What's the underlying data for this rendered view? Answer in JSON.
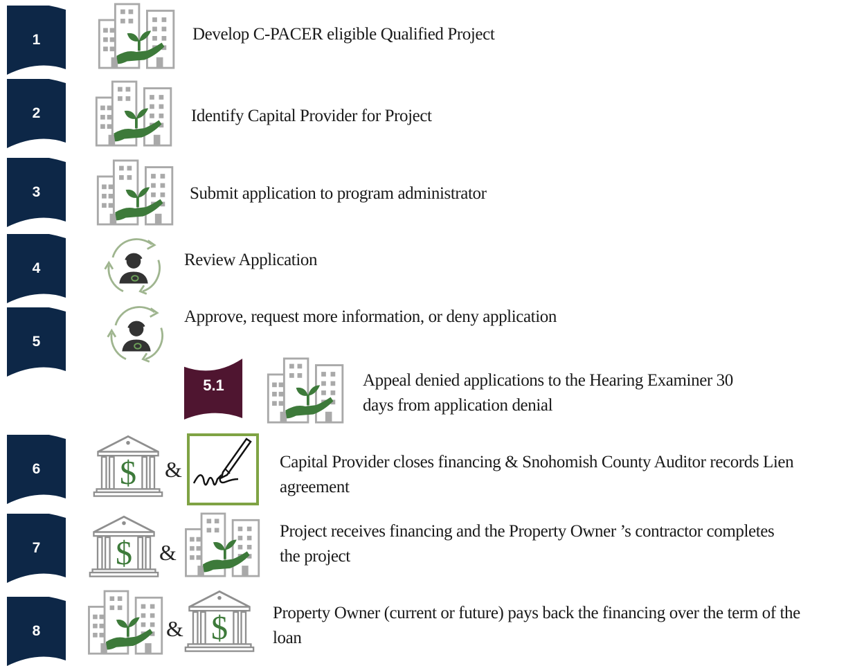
{
  "colors": {
    "navy": "#0d2747",
    "maroon": "#4f1530",
    "green": "#3d7a3a",
    "gray": "#a9a9a9",
    "frame_green": "#7fa344"
  },
  "steps": [
    {
      "num": "1",
      "text": "Develop  C-PACER eligible Qualified Project",
      "icons": [
        "building-plant-icon"
      ]
    },
    {
      "num": "2",
      "text": "Identify Capital Provider for Project",
      "icons": [
        "building-plant-icon"
      ]
    },
    {
      "num": "3",
      "text": "Submit application to program administrator",
      "icons": [
        "building-plant-icon"
      ]
    },
    {
      "num": "4",
      "text": "Review Application",
      "icons": [
        "reviewer-cycle-icon"
      ]
    },
    {
      "num": "5",
      "text": "Approve, request more information, or deny application",
      "icons": [
        "reviewer-cycle-icon"
      ]
    },
    {
      "num": "5.1",
      "text_lines": [
        "Appeal denied applications to the Hearing Examiner 30",
        "days from application denial"
      ],
      "icons": [
        "building-plant-icon"
      ]
    },
    {
      "num": "6",
      "text_lines": [
        "Capital Provider closes financing & Snohomish County Auditor records Lien",
        "agreement"
      ],
      "icons": [
        "bank-dollar-icon",
        "signature-pen-icon"
      ],
      "amp": "&"
    },
    {
      "num": "7",
      "text_lines": [
        "Project receives financing and the Property Owner ’s  contractor completes",
        "the project"
      ],
      "icons": [
        "bank-dollar-icon",
        "building-plant-icon"
      ],
      "amp": "&"
    },
    {
      "num": "8",
      "text_lines": [
        "Property Owner (current or future) pays back the financing over the  term of the",
        "loan"
      ],
      "icons": [
        "building-plant-icon",
        "bank-dollar-icon"
      ],
      "amp": "&"
    }
  ]
}
